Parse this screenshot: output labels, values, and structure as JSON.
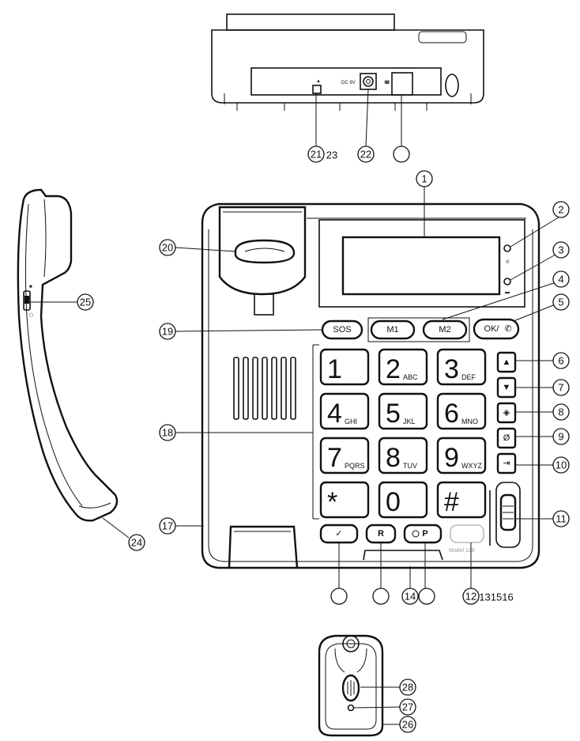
{
  "callouts": {
    "c1": "1",
    "c2": "2",
    "c3": "3",
    "c4": "4",
    "c5": "5",
    "c6": "6",
    "c7": "7",
    "c8": "8",
    "c9": "9",
    "c10": "10",
    "c11": "11",
    "c12": "12",
    "c14": "14",
    "c17": "17",
    "c18": "18",
    "c19": "19",
    "c20": "20",
    "c21": "21",
    "c22": "22",
    "c24": "24",
    "c25": "25",
    "c26": "26",
    "c27": "27",
    "c28": "28"
  },
  "callout_suffix": {
    "after21": "23",
    "after12": "131516"
  },
  "buttons": {
    "sos": "SOS",
    "m1": "M1",
    "m2": "M2",
    "ok": "OK/",
    "r": "R",
    "op": "P"
  },
  "keypad": [
    {
      "digit": "1",
      "letters": ""
    },
    {
      "digit": "2",
      "letters": "ABC"
    },
    {
      "digit": "3",
      "letters": "DEF"
    },
    {
      "digit": "4",
      "letters": "GHI"
    },
    {
      "digit": "5",
      "letters": "JKL"
    },
    {
      "digit": "6",
      "letters": "MNO"
    },
    {
      "digit": "7",
      "letters": "PQRS"
    },
    {
      "digit": "8",
      "letters": "TUV"
    },
    {
      "digit": "9",
      "letters": "WXYZ"
    },
    {
      "digit": "*",
      "letters": ""
    },
    {
      "digit": "0",
      "letters": ""
    },
    {
      "digit": "#",
      "letters": ""
    }
  ],
  "side_keys": {
    "up": "▲",
    "down": "▼",
    "phonebook": "◈",
    "delete": "Ø",
    "exit": "⇥"
  },
  "back_panel": {
    "dc_label": "DC 9V"
  },
  "model_label": "Model 126",
  "colors": {
    "line": "#111111",
    "background": "#ffffff"
  }
}
